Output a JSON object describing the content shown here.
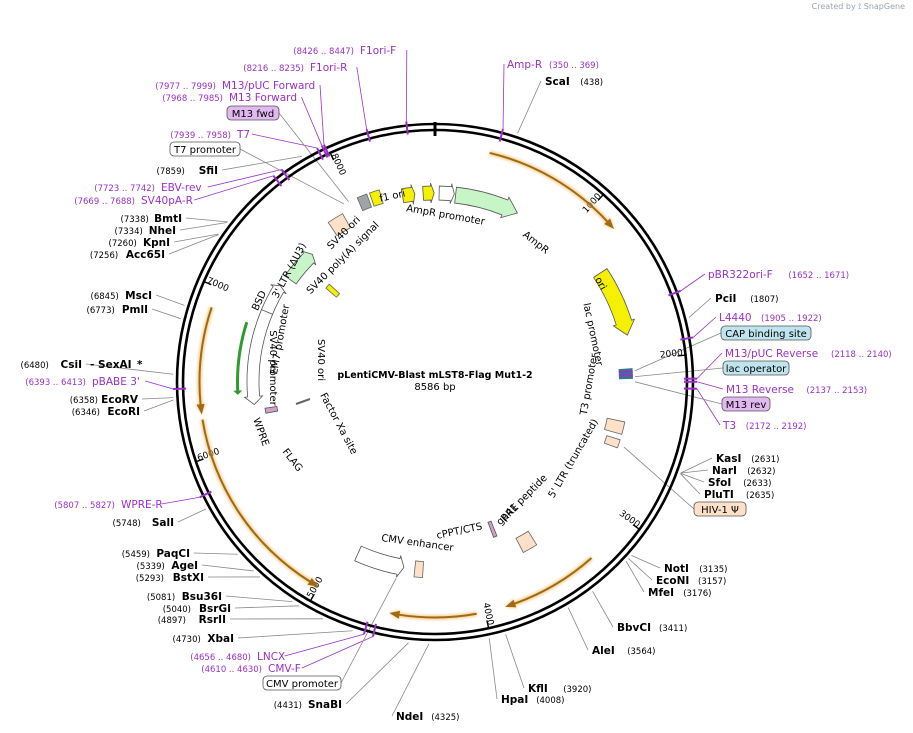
{
  "brand": {
    "created_by": "Created by",
    "app": "SnapGene"
  },
  "plasmid": {
    "name": "pLentiCMV-Blast mLST8-Flag Mut1-2",
    "length_label": "8586 bp",
    "length": 8586
  },
  "colors": {
    "primer": "#9b30c8",
    "arrow_yellow": "#f5f000",
    "arrow_green": "#c8f5c8",
    "arrow_white": "#ffffff",
    "arrow_peach": "#fde0c8",
    "arrow_grey": "#a0a4a8",
    "orf_glow": "#f0c070",
    "boxed_blue": "#bfe4ee",
    "boxed_purple": "#e2b8f0",
    "boxed_peach": "#fde0c8"
  },
  "ticks": [
    "1000",
    "2000",
    "3000",
    "4000",
    "5000",
    "6000",
    "7000",
    "8000"
  ],
  "sites": [
    {
      "name": "ScaI",
      "pos": "(438)"
    },
    {
      "name": "PciI",
      "pos": "(1807)"
    },
    {
      "name": "KasI",
      "pos": "(2631)"
    },
    {
      "name": "NarI",
      "pos": "(2632)"
    },
    {
      "name": "SfoI",
      "pos": "(2633)"
    },
    {
      "name": "PluTI",
      "pos": "(2635)"
    },
    {
      "name": "NotI",
      "pos": "(3135)"
    },
    {
      "name": "EcoNI",
      "pos": "(3157)"
    },
    {
      "name": "MfeI",
      "pos": "(3176)"
    },
    {
      "name": "BbvCI",
      "pos": "(3411)"
    },
    {
      "name": "AleI",
      "pos": "(3564)"
    },
    {
      "name": "KflI",
      "pos": "(3920)"
    },
    {
      "name": "HpaI",
      "pos": "(4008)"
    },
    {
      "name": "SnaBI",
      "pos": "(4431)"
    },
    {
      "name": "NdeI",
      "pos": "(4325)"
    },
    {
      "name": "XbaI",
      "pos": "(4730)"
    },
    {
      "name": "RsrII",
      "pos": "(4897)"
    },
    {
      "name": "BsrGI",
      "pos": "(5040)"
    },
    {
      "name": "Bsu36I",
      "pos": "(5081)"
    },
    {
      "name": "BstXI",
      "pos": "(5293)"
    },
    {
      "name": "AgeI",
      "pos": "(5339)"
    },
    {
      "name": "PaqCI",
      "pos": "(5459)"
    },
    {
      "name": "SalI",
      "pos": "(5748)"
    },
    {
      "name": "EcoRI",
      "pos": "(6346)"
    },
    {
      "name": "EcoRV",
      "pos": "(6358)"
    },
    {
      "name": "CsiI",
      "pos": "(6480)"
    },
    {
      "name": "PmlI",
      "pos": "(6773)"
    },
    {
      "name": "MscI",
      "pos": "(6845)"
    },
    {
      "name": "Acc65I",
      "pos": "(7256)"
    },
    {
      "name": "KpnI",
      "pos": "(7260)"
    },
    {
      "name": "NheI",
      "pos": "(7334)"
    },
    {
      "name": "BmtI",
      "pos": "(7338)"
    },
    {
      "name": "SfiI",
      "pos": "(7859)"
    }
  ],
  "sexai": {
    "prefix": "- SexAI",
    "star": "*"
  },
  "primers": [
    {
      "name": "F1ori-F",
      "pos": "(8426 .. 8447)"
    },
    {
      "name": "F1ori-R",
      "pos": "(8216 .. 8235)"
    },
    {
      "name": "M13/pUC Forward",
      "pos": "(7977 .. 7999)"
    },
    {
      "name": "M13 Forward",
      "pos": "(7968 .. 7985)"
    },
    {
      "name": "T7",
      "pos": "(7939 .. 7958)"
    },
    {
      "name": "EBV-rev",
      "pos": "(7723 .. 7742)"
    },
    {
      "name": "SV40pA-R",
      "pos": "(7669 .. 7688)"
    },
    {
      "name": "pBABE 3'",
      "pos": "(6393 .. 6413)"
    },
    {
      "name": "WPRE-R",
      "pos": "(5807 .. 5827)"
    },
    {
      "name": "LNCX",
      "pos": "(4656 .. 4680)"
    },
    {
      "name": "CMV-F",
      "pos": "(4610 .. 4630)"
    },
    {
      "name": "Amp-R",
      "pos": "(350 .. 369)"
    },
    {
      "name": "pBR322ori-F",
      "pos": "(1652 .. 1671)"
    },
    {
      "name": "L4440",
      "pos": "(1905 .. 1922)"
    },
    {
      "name": "M13/pUC Reverse",
      "pos": "(2118 .. 2140)"
    },
    {
      "name": "M13 Reverse",
      "pos": "(2137 .. 2153)"
    },
    {
      "name": "T3",
      "pos": "(2172 .. 2192)"
    }
  ],
  "boxed": {
    "m13_fwd": "M13 fwd",
    "t7_promoter": "T7 promoter",
    "cap_binding_site": "CAP binding site",
    "lac_operator": "lac operator",
    "m13_rev": "M13 rev",
    "hiv1_psi": "HIV-1 Ψ",
    "cmv_promoter": "CMV promoter"
  },
  "features": {
    "f1_ori": "f1 ori",
    "ampr_promoter": "AmpR promoter",
    "ampr": "AmpR",
    "ori": "ori",
    "lac_promoter": "lac promoter",
    "t3_promoter": "T3 promoter",
    "ltr_5": "5' LTR (truncated)",
    "gp41": "gp41 peptide",
    "rre": "RRE",
    "cppt": "cPPT/CTS",
    "cmv_enhancer": "CMV enhancer",
    "flag": "FLAG",
    "factor_xa": "Factor Xa site",
    "wpre": "WPRE",
    "sv40_promoter": "SV40 promoter",
    "em7_promoter": "EM7 promoter",
    "bsd": "BSD",
    "ltr_3": "3' LTR (ΔU3)",
    "sv40_polya": "SV40 poly(A) signal",
    "sv40_ori_outer": "SV40 ori",
    "sv40_ori_inner": "SV40 ori"
  }
}
